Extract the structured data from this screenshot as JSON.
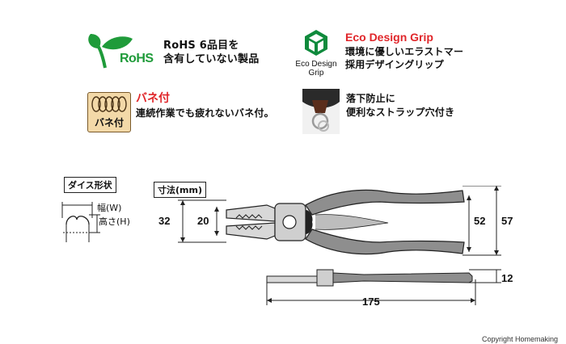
{
  "features": {
    "rohs": {
      "logo_text": "RoHS",
      "line1": "RoHS 6品目を",
      "line2": "含有していない製品"
    },
    "eco": {
      "title": "Eco Design Grip",
      "line1": "環境に優しいエラストマー",
      "line2": "採用デザイングリップ",
      "logo_line1": "Eco Design",
      "logo_line2": "Grip"
    },
    "spring": {
      "title": "バネ付",
      "desc": "連続作業でも疲れないバネ付。",
      "badge": "バネ付"
    },
    "strap": {
      "line1": "落下防止に",
      "line2": "便利なストラップ穴付き"
    }
  },
  "diagram": {
    "die_shape_label": "ダイス形状",
    "width_label": "幅(W)",
    "height_label": "高さ(H)",
    "dimension_unit_label": "寸法(mm)",
    "dims": {
      "jaw_height": "32",
      "jaw_inner": "20",
      "handle_span": "52",
      "total_height": "57",
      "length": "175",
      "thickness": "12"
    }
  },
  "colors": {
    "accent_red": "#e0262a",
    "rohs_green": "#1f9b3a",
    "eco_green": "#0f8a3c",
    "grip_gray": "#8e8e8e"
  },
  "copyright": "Copyright Homemaking"
}
